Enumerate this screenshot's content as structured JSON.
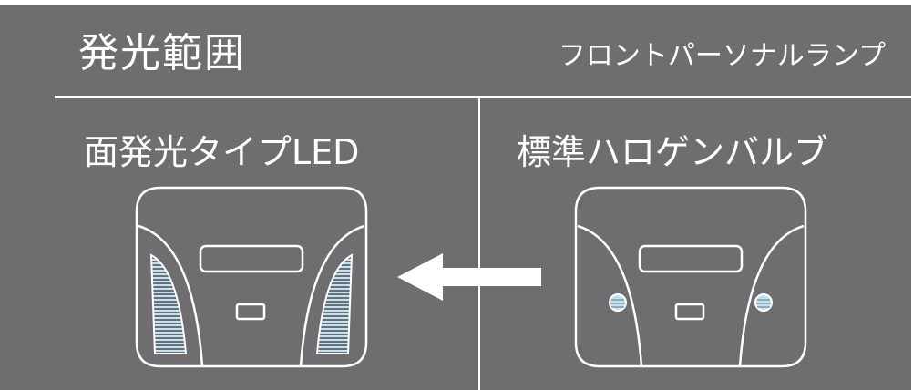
{
  "header": {
    "title": "発光範囲",
    "subtitle": "フロントパーソナルランプ"
  },
  "left": {
    "label": "面発光タイプLED"
  },
  "right": {
    "label": "標準ハロゲンバルブ"
  },
  "colors": {
    "background": "#6e6e70",
    "line": "#ffffff",
    "led_light": "#bfe4f8"
  },
  "icons": {
    "left_lamp": "led-lamp-icon",
    "right_lamp": "halogen-lamp-icon",
    "arrow": "arrow-left-icon"
  }
}
